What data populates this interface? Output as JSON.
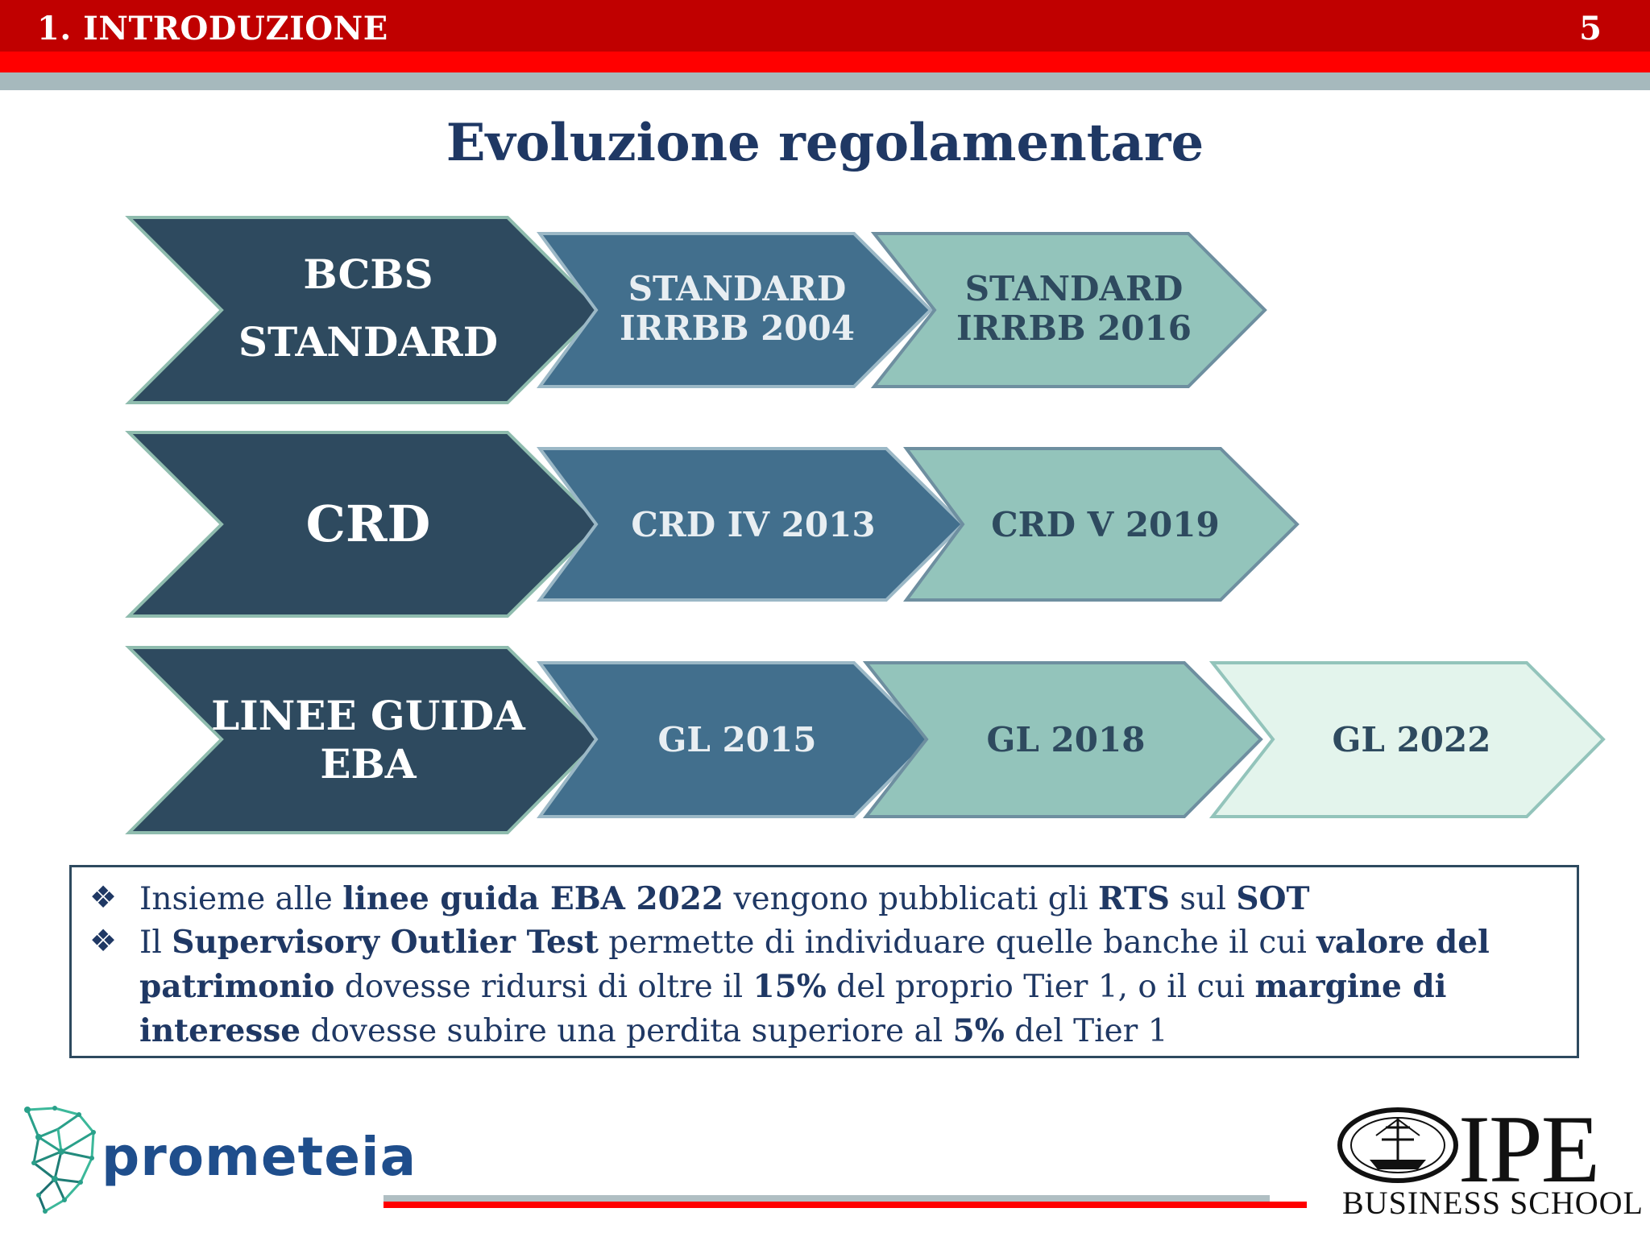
{
  "header": {
    "section_title": "1. INTRODUZIONE",
    "page_number": "5"
  },
  "slide": {
    "title": "Evoluzione regolamentare"
  },
  "rows": [
    {
      "main": [
        "BCBS",
        "STANDARD"
      ],
      "steps": [
        {
          "lines": [
            "STANDARD",
            "IRRBB 2004"
          ]
        },
        {
          "lines": [
            "STANDARD",
            "IRRBB 2016"
          ]
        }
      ]
    },
    {
      "main": [
        "CRD"
      ],
      "steps": [
        {
          "lines": [
            "CRD IV 2013"
          ]
        },
        {
          "lines": [
            "CRD V 2019"
          ]
        }
      ]
    },
    {
      "main": [
        "LINEE GUIDA",
        "EBA"
      ],
      "steps": [
        {
          "lines": [
            "GL 2015"
          ]
        },
        {
          "lines": [
            "GL 2018"
          ]
        },
        {
          "lines": [
            "GL 2022"
          ]
        }
      ]
    }
  ],
  "info": {
    "bullet_symbol": "❖",
    "b1": {
      "t1": "Insieme alle ",
      "b1": "linee guida EBA 2022",
      "t2": " vengono pubblicati gli ",
      "b2": "RTS",
      "t3": " sul ",
      "b3": "SOT"
    },
    "b2": {
      "t1": "Il ",
      "b1": "Supervisory Outlier Test",
      "t2": " permette di individuare quelle banche il cui ",
      "b2": "valore del patrimonio",
      "t3": " dovesse ridursi di oltre il ",
      "b3": "15%",
      "t4": " del proprio Tier 1, o il cui ",
      "b4": "margine di interesse",
      "t5": " dovesse subire una perdita superiore al ",
      "b5": "5%",
      "t6": " del Tier 1"
    }
  },
  "logos": {
    "left_brand": "prometeia",
    "right_brand": "IPE",
    "right_sub": "BUSINESS SCHOOL"
  },
  "colors": {
    "dark": "#2e4a5f",
    "mid": "#426f8d",
    "light": "#93c4bb",
    "pale": "#e3f4ec",
    "header_red": "#c00000",
    "title_navy": "#1f3864"
  }
}
